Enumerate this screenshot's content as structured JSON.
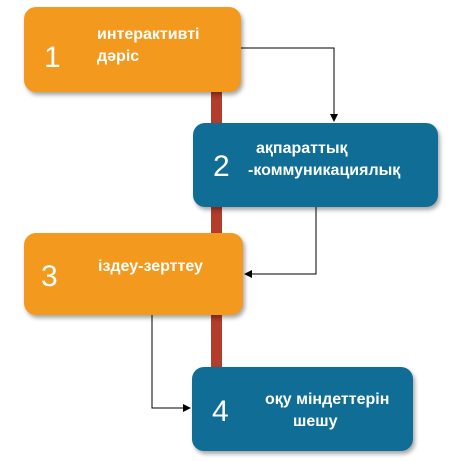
{
  "colors": {
    "orange": "#f39a1e",
    "blue": "#106e96",
    "spine": "#b33c2b",
    "connector": "#000000"
  },
  "steps": [
    {
      "number": "1",
      "line1": "интерактивті",
      "line2": "дәріс",
      "color": "orange"
    },
    {
      "number": "2",
      "line1": "ақпараттық",
      "line2": "-коммуникациялық",
      "color": "blue"
    },
    {
      "number": "3",
      "line1": "іздеу-зерттеу",
      "line2": "",
      "color": "orange"
    },
    {
      "number": "4",
      "line1": "оқу міндеттерін",
      "line2": "шешу",
      "color": "blue"
    }
  ]
}
